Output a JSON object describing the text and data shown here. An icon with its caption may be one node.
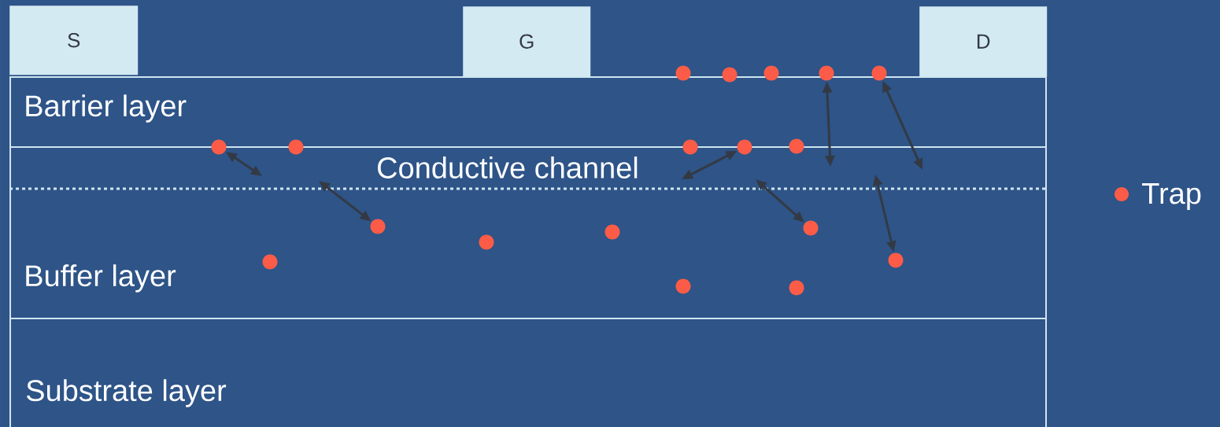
{
  "diagram": {
    "nodes": [
      {
        "text": [
          "S"
        ]
      },
      {
        "text": [
          "G"
        ]
      },
      {
        "text": [
          "D"
        ]
      },
      {
        "text": [
          "Barrier layer"
        ]
      },
      {
        "text": [],
        "shape": "circle"
      },
      {
        "text": [],
        "shape": "circle"
      },
      {
        "text": [],
        "shape": "circle"
      },
      {
        "text": [],
        "shape": "circle"
      },
      {
        "text": [],
        "shape": "circle"
      },
      {
        "text": [
          "Buffer layer"
        ]
      },
      {
        "text": [
          "Conductive channel"
        ],
        "in": 9
      },
      {
        "text": [],
        "shape": "circle"
      },
      {
        "text": [],
        "shape": "circle"
      },
      {
        "text": [],
        "shape": "circle"
      },
      {
        "text": [],
        "shape": "circle"
      },
      {
        "text": [],
        "shape": "circle"
      },
      {
        "text": [],
        "shape": "circle",
        "in": 9
      },
      {
        "text": [],
        "shape": "circle",
        "in": 9
      },
      {
        "text": [],
        "shape": "circle",
        "in": 9
      },
      {
        "text": [],
        "shape": "circle",
        "in": 9
      },
      {
        "text": [],
        "shape": "circle",
        "in": 9
      },
      {
        "text": [],
        "shape": "circle",
        "in": 9
      },
      {
        "text": [],
        "shape": "circle",
        "in": 9
      },
      {
        "text": [],
        "shape": "circle",
        "in": 9
      },
      {
        "text": [
          "Substrate layer"
        ]
      }
    ],
    "edges": [
      {
        "from": 11,
        "to": null,
        "arrow": "both"
      },
      {
        "from": 17,
        "to": null,
        "arrow": "both"
      },
      {
        "from": 14,
        "to": null,
        "arrow": "both"
      },
      {
        "from": 22,
        "to": null,
        "arrow": "both"
      },
      {
        "from": 7,
        "to": 3,
        "arrow": "both"
      },
      {
        "from": 8,
        "to": 3,
        "arrow": "both"
      },
      {
        "from": 23,
        "to": null,
        "arrow": "both"
      }
    ],
    "legend": [
      {
        "text": "Trap",
        "color": "#fc5c47"
      }
    ]
  }
}
